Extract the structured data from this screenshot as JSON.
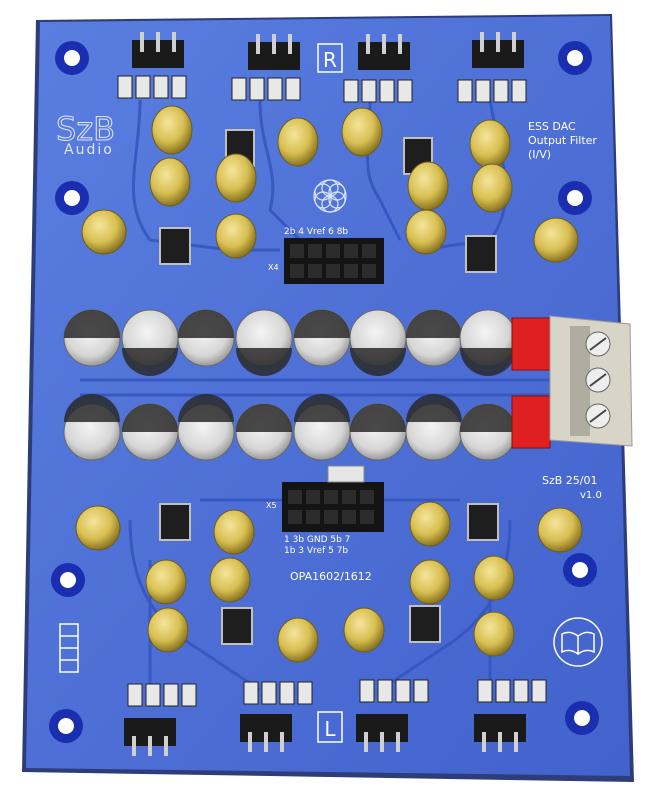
{
  "board": {
    "logo_line1": "SzB",
    "logo_line2": "Audio",
    "title_line1": "ESS DAC",
    "title_line2": "Output Filter",
    "title_line3": "(I/V)",
    "channel_top": "R",
    "channel_bottom": "L",
    "revision": "SzB 25/01",
    "version": "v1.0",
    "opamp_label": "OPA1602/1612"
  },
  "connector_x4": {
    "ref": "X4",
    "pins_top": "2b 4 Vref 6 8b"
  },
  "connector_x5": {
    "ref": "X5",
    "pins_row1": "1 3b GND 5b 7",
    "pins_row2": "1b 3 Vref 5 7b"
  },
  "colors": {
    "board": "#4a6ed6",
    "trace": "#3a5cc4",
    "silkscreen": "#ffffff",
    "pad": "#c8ccd4",
    "capacitor_yellow": "#d9c25a",
    "terminal_red": "#e02020"
  }
}
